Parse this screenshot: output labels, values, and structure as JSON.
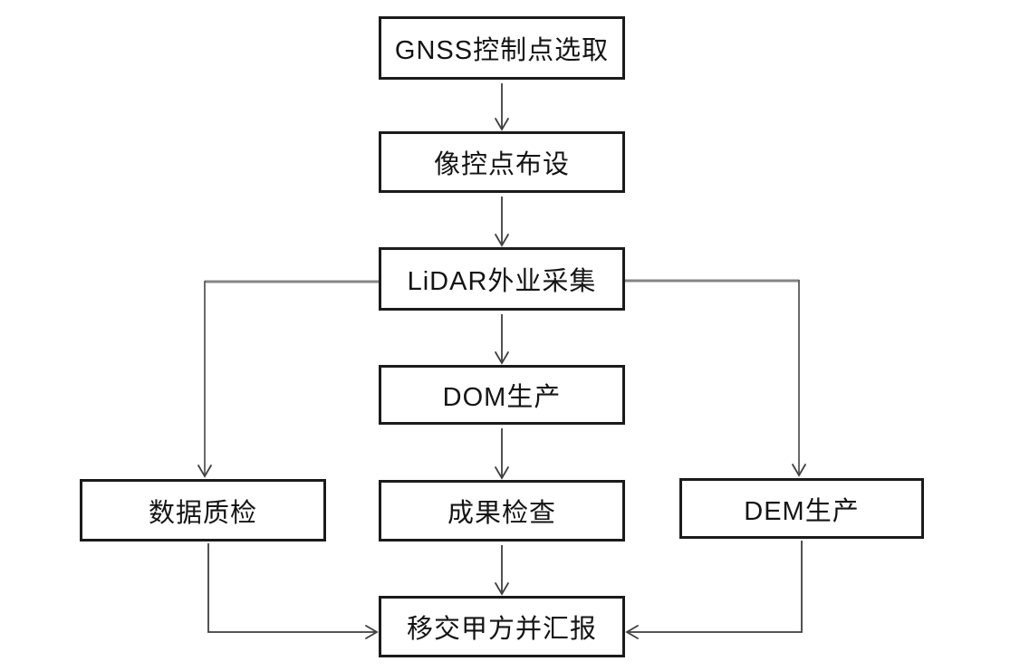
{
  "diagram": {
    "title": "LiDAR mapping production workflow flowchart",
    "background_color": "#ffffff",
    "box_border_color": "#1b1b1b",
    "line_color": "#3f3f3f",
    "branch_line_color": "#858585",
    "nodes": {
      "gnss": {
        "label": "GNSS控制点选取"
      },
      "imgctrl": {
        "label": "像控点布设"
      },
      "lidar": {
        "label": "LiDAR外业采集"
      },
      "dom": {
        "label": "DOM生产"
      },
      "check": {
        "label": "成果检查"
      },
      "handover": {
        "label": "移交甲方并汇报"
      },
      "qc": {
        "label": "数据质检"
      },
      "dem": {
        "label": "DEM生产"
      }
    },
    "edges": [
      {
        "from": "GNSS控制点选取",
        "to": "像控点布设"
      },
      {
        "from": "像控点布设",
        "to": "LiDAR外业采集"
      },
      {
        "from": "LiDAR外业采集",
        "to": "DOM生产"
      },
      {
        "from": "LiDAR外业采集",
        "to": "数据质检"
      },
      {
        "from": "LiDAR外业采集",
        "to": "DEM生产"
      },
      {
        "from": "DOM生产",
        "to": "成果检查"
      },
      {
        "from": "成果检查",
        "to": "移交甲方并汇报"
      },
      {
        "from": "数据质检",
        "to": "移交甲方并汇报"
      },
      {
        "from": "DEM生产",
        "to": "移交甲方并汇报"
      }
    ]
  }
}
